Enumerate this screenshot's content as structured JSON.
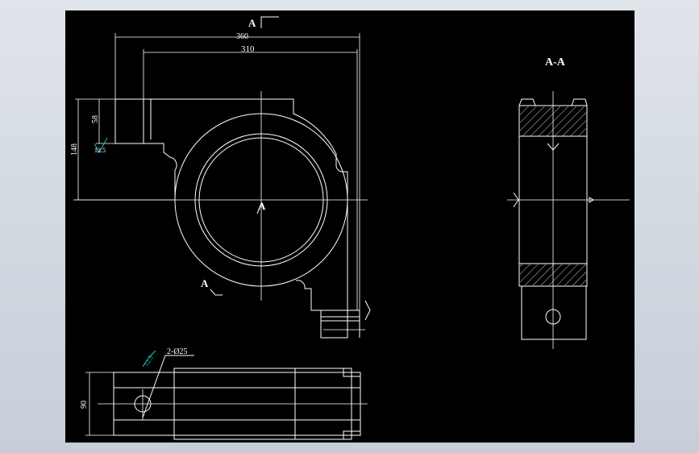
{
  "drawing": {
    "background_color": "#000000",
    "line_color": "#ffffff",
    "accent_color": "#19c7c7",
    "section_mark_top": "A",
    "section_mark_center": "A",
    "section_mark_bottom": "A",
    "section_view_title": "A-A",
    "dimensions": {
      "overall_width": "360",
      "inner_width": "310",
      "overall_height": "148",
      "slot_height": "58",
      "bottom_height": "90",
      "hole_callout": "2-Ø25"
    },
    "roughness": {
      "top_view": "12.5",
      "bottom_view": "12.5"
    }
  }
}
